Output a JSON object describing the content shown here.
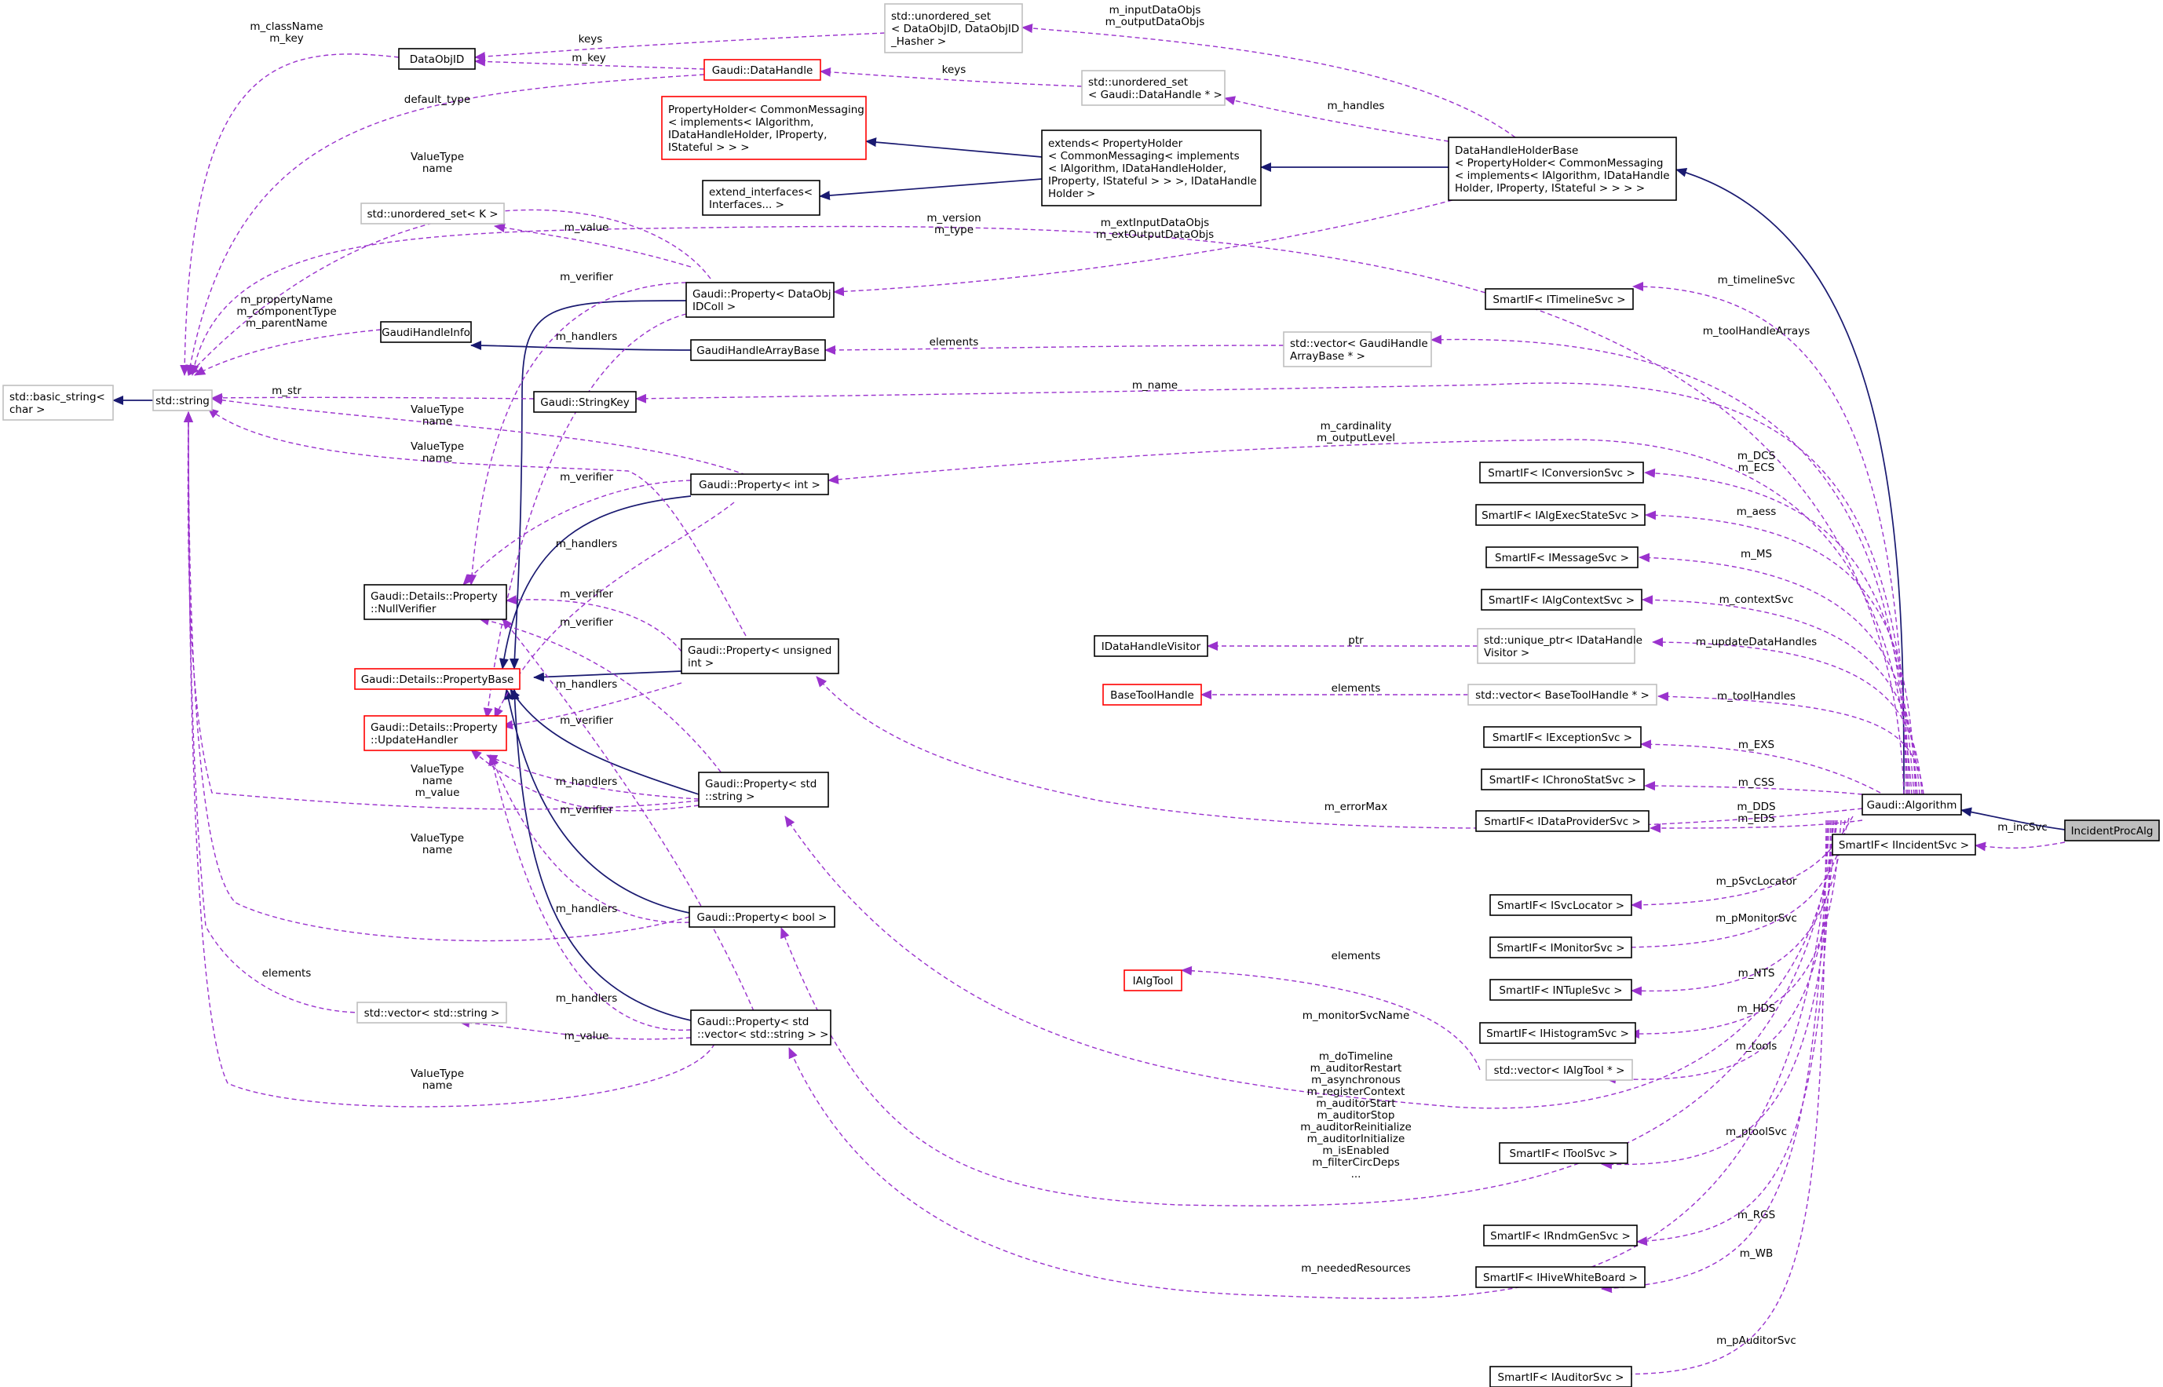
{
  "colors": {
    "inheritance": "#191970",
    "usage": "#9a32cd",
    "node_normal_border": "#000000",
    "node_undocumented_border": "#bfbfbf",
    "node_truncated_border": "#ff0000",
    "focus_fill": "#bfbfbf"
  },
  "nodes": {
    "incident_proc_alg": {
      "lines": [
        "IncidentProcAlg"
      ],
      "style": "focus"
    },
    "algorithm": {
      "lines": [
        "Gaudi::Algorithm"
      ],
      "style": "black"
    },
    "smartif_incident": {
      "lines": [
        "SmartIF< IIncidentSvc >"
      ],
      "style": "black"
    },
    "data_handle_holder_base": {
      "lines": [
        "DataHandleHolderBase",
        "< PropertyHolder< CommonMessaging",
        "< implements< IAlgorithm, IDataHandle",
        "Holder, IProperty, IStateful > > > >"
      ],
      "style": "black"
    },
    "extends_holder": {
      "lines": [
        "extends< PropertyHolder",
        "< CommonMessaging< implements",
        "< IAlgorithm, IDataHandleHolder,",
        "IProperty, IStateful > > >, IDataHandle",
        "Holder >"
      ],
      "style": "black"
    },
    "property_holder": {
      "lines": [
        "PropertyHolder< CommonMessaging",
        "< implements< IAlgorithm,",
        "IDataHandleHolder, IProperty,",
        "IStateful > > >"
      ],
      "style": "red"
    },
    "extend_interfaces": {
      "lines": [
        "extend_interfaces<",
        "Interfaces... >"
      ],
      "style": "black"
    },
    "unordered_set_dataobjid": {
      "lines": [
        "std::unordered_set",
        "< DataObjID, DataObjID",
        "_Hasher >"
      ],
      "style": "gray"
    },
    "unordered_set_datahandle": {
      "lines": [
        "std::unordered_set",
        "< Gaudi::DataHandle * >"
      ],
      "style": "gray"
    },
    "dataobjid": {
      "lines": [
        "DataObjID"
      ],
      "style": "black"
    },
    "datahandle": {
      "lines": [
        "Gaudi::DataHandle"
      ],
      "style": "red"
    },
    "unordered_set_k": {
      "lines": [
        "std::unordered_set< K >"
      ],
      "style": "gray"
    },
    "property_dataobjidcoll": {
      "lines": [
        "Gaudi::Property< DataObj",
        "IDColl >"
      ],
      "style": "black"
    },
    "gaudi_handle_info": {
      "lines": [
        "GaudiHandleInfo"
      ],
      "style": "black"
    },
    "gaudi_handle_array_base": {
      "lines": [
        "GaudiHandleArrayBase"
      ],
      "style": "black"
    },
    "vector_gaudi_handle_array": {
      "lines": [
        "std::vector< GaudiHandle",
        "ArrayBase * >"
      ],
      "style": "gray"
    },
    "basic_string": {
      "lines": [
        "std::basic_string<",
        "char >"
      ],
      "style": "gray"
    },
    "std_string": {
      "lines": [
        "std::string"
      ],
      "style": "gray"
    },
    "string_key": {
      "lines": [
        "Gaudi::StringKey"
      ],
      "style": "black"
    },
    "property_int": {
      "lines": [
        "Gaudi::Property< int >"
      ],
      "style": "black"
    },
    "null_verifier": {
      "lines": [
        "Gaudi::Details::Property",
        "::NullVerifier"
      ],
      "style": "black"
    },
    "property_base": {
      "lines": [
        "Gaudi::Details::PropertyBase"
      ],
      "style": "red"
    },
    "property_unsigned": {
      "lines": [
        "Gaudi::Property< unsigned",
        "int >"
      ],
      "style": "black"
    },
    "update_handler": {
      "lines": [
        "Gaudi::Details::Property",
        "::UpdateHandler"
      ],
      "style": "red"
    },
    "property_string": {
      "lines": [
        "Gaudi::Property< std",
        "::string >"
      ],
      "style": "black"
    },
    "property_bool": {
      "lines": [
        "Gaudi::Property< bool >"
      ],
      "style": "black"
    },
    "vector_string": {
      "lines": [
        "std::vector< std::string >"
      ],
      "style": "gray"
    },
    "property_vector_string": {
      "lines": [
        "Gaudi::Property< std",
        "::vector< std::string > >"
      ],
      "style": "black"
    },
    "idatahandle_visitor": {
      "lines": [
        "IDataHandleVisitor"
      ],
      "style": "black"
    },
    "unique_ptr_visitor": {
      "lines": [
        "std::unique_ptr< IDataHandle",
        "Visitor >"
      ],
      "style": "gray"
    },
    "base_tool_handle": {
      "lines": [
        "BaseToolHandle"
      ],
      "style": "red"
    },
    "vector_base_tool_handle": {
      "lines": [
        "std::vector< BaseToolHandle * >"
      ],
      "style": "gray"
    },
    "ialg_tool": {
      "lines": [
        "IAlgTool"
      ],
      "style": "red"
    },
    "vector_ialg_tool": {
      "lines": [
        "std::vector< IAlgTool * >"
      ],
      "style": "gray"
    },
    "smartif_timeline": {
      "lines": [
        "SmartIF< ITimelineSvc >"
      ],
      "style": "black"
    },
    "smartif_conversion": {
      "lines": [
        "SmartIF< IConversionSvc >"
      ],
      "style": "black"
    },
    "smartif_algexecstate": {
      "lines": [
        "SmartIF< IAlgExecStateSvc >"
      ],
      "style": "black"
    },
    "smartif_message": {
      "lines": [
        "SmartIF< IMessageSvc >"
      ],
      "style": "black"
    },
    "smartif_algcontext": {
      "lines": [
        "SmartIF< IAlgContextSvc >"
      ],
      "style": "black"
    },
    "smartif_exception": {
      "lines": [
        "SmartIF< IExceptionSvc >"
      ],
      "style": "black"
    },
    "smartif_chronostat": {
      "lines": [
        "SmartIF< IChronoStatSvc >"
      ],
      "style": "black"
    },
    "smartif_dataprovider": {
      "lines": [
        "SmartIF< IDataProviderSvc >"
      ],
      "style": "black"
    },
    "smartif_svclocator": {
      "lines": [
        "SmartIF< ISvcLocator >"
      ],
      "style": "black"
    },
    "smartif_monitor": {
      "lines": [
        "SmartIF< IMonitorSvc >"
      ],
      "style": "black"
    },
    "smartif_ntuple": {
      "lines": [
        "SmartIF< INTupleSvc >"
      ],
      "style": "black"
    },
    "smartif_histogram": {
      "lines": [
        "SmartIF< IHistogramSvc >"
      ],
      "style": "black"
    },
    "smartif_tool": {
      "lines": [
        "SmartIF< IToolSvc >"
      ],
      "style": "black"
    },
    "smartif_rndmgen": {
      "lines": [
        "SmartIF< IRndmGenSvc >"
      ],
      "style": "black"
    },
    "smartif_hivewhiteboard": {
      "lines": [
        "SmartIF< IHiveWhiteBoard >"
      ],
      "style": "black"
    },
    "smartif_auditor": {
      "lines": [
        "SmartIF< IAuditorSvc >"
      ],
      "style": "black"
    }
  },
  "edge_labels": {
    "m_incsvc": [
      "m_incSvc"
    ],
    "m_classname_key": [
      "m_className",
      "m_key"
    ],
    "keys_top": [
      "keys"
    ],
    "m_key": [
      "m_key"
    ],
    "keys_dh": [
      "keys"
    ],
    "m_input_output_dataobjs": [
      "m_inputDataObjs",
      "m_outputDataObjs"
    ],
    "m_handles": [
      "m_handles"
    ],
    "default_type": [
      "default_type"
    ],
    "valuetype_name_top": [
      "ValueType",
      "name"
    ],
    "m_value_set": [
      "m_value"
    ],
    "m_version_type": [
      "m_version",
      "m_type"
    ],
    "m_ext_input_output": [
      "m_extInputDataObjs",
      "m_extOutputDataObjs"
    ],
    "m_verifier_1": [
      "m_verifier"
    ],
    "m_timelinesvc": [
      "m_timelineSvc"
    ],
    "m_propertyname_etc": [
      "m_propertyName",
      "m_componentType",
      "m_parentName"
    ],
    "m_handlers_1": [
      "m_handlers"
    ],
    "elements_gha": [
      "elements"
    ],
    "m_toolhandlearrays": [
      "m_toolHandleArrays"
    ],
    "m_str": [
      "m_str"
    ],
    "m_name": [
      "m_name"
    ],
    "valuetype_name_2": [
      "ValueType",
      "name"
    ],
    "m_cardinality_outputlevel": [
      "m_cardinality",
      "m_outputLevel"
    ],
    "valuetype_name_3": [
      "ValueType",
      "name"
    ],
    "m_verifier_2": [
      "m_verifier"
    ],
    "m_dcs_ecs": [
      "m_DCS",
      "m_ECS"
    ],
    "m_aess": [
      "m_aess"
    ],
    "m_handlers_2": [
      "m_handlers"
    ],
    "m_ms": [
      "m_MS"
    ],
    "m_verifier_3": [
      "m_verifier"
    ],
    "m_contextsvc": [
      "m_contextSvc"
    ],
    "m_verifier_4": [
      "m_verifier"
    ],
    "ptr": [
      "ptr"
    ],
    "m_updatedatahandles": [
      "m_updateDataHandles"
    ],
    "m_handlers_3": [
      "m_handlers"
    ],
    "elements_bth": [
      "elements"
    ],
    "m_toolhandles": [
      "m_toolHandles"
    ],
    "m_verifier_5": [
      "m_verifier"
    ],
    "m_exs": [
      "m_EXS"
    ],
    "valuetype_name_value": [
      "ValueType",
      "name",
      "m_value"
    ],
    "m_handlers_4": [
      "m_handlers"
    ],
    "m_css": [
      "m_CSS"
    ],
    "m_verifier_6": [
      "m_verifier"
    ],
    "m_errormax": [
      "m_errorMax"
    ],
    "m_dds_eds": [
      "m_DDS",
      "m_EDS"
    ],
    "valuetype_name_4": [
      "ValueType",
      "name"
    ],
    "m_psvclocator": [
      "m_pSvcLocator"
    ],
    "m_handlers_5": [
      "m_handlers"
    ],
    "m_pmonitorsvc": [
      "m_pMonitorSvc"
    ],
    "elements_str": [
      "elements"
    ],
    "elements_tool": [
      "elements"
    ],
    "m_nts": [
      "m_NTS"
    ],
    "m_handlers_6": [
      "m_handlers"
    ],
    "m_hds": [
      "m_HDS"
    ],
    "m_value_vec": [
      "m_value"
    ],
    "m_monitorsvcname": [
      "m_monitorSvcName"
    ],
    "m_tools": [
      "m_tools"
    ],
    "valuetype_name_5": [
      "ValueType",
      "name"
    ],
    "bool_flags": [
      "m_doTimeline",
      "m_auditorRestart",
      "m_asynchronous",
      "m_registerContext",
      "m_auditorStart",
      "m_auditorStop",
      "m_auditorReinitialize",
      "m_auditorInitialize",
      "m_isEnabled",
      "m_filterCircDeps",
      "..."
    ],
    "m_ptoolsvc": [
      "m_ptoolSvc"
    ],
    "m_rgs": [
      "m_RGS"
    ],
    "m_neededresources": [
      "m_neededResources"
    ],
    "m_wb": [
      "m_WB"
    ],
    "m_pauditorsvc": [
      "m_pAuditorSvc"
    ]
  }
}
